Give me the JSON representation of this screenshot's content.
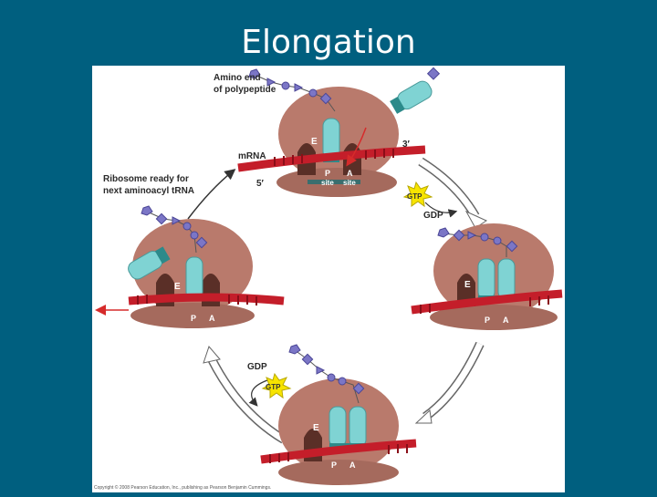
{
  "slide": {
    "title": "Elongation"
  },
  "labels": {
    "amino_end_1": "Amino end",
    "amino_end_2": "of polypeptide",
    "mrna": "mRNA",
    "three_prime": "3′",
    "five_prime": "5′",
    "ribosome_ready_1": "Ribosome ready for",
    "ribosome_ready_2": "next aminoacyl tRNA",
    "gtp": "GTP",
    "gdp": "GDP",
    "e": "E",
    "p": "P",
    "a": "A",
    "site": "site",
    "copyright": "Copyright © 2008 Pearson Education, Inc., publishing as Pearson Benjamin Cummings."
  },
  "colors": {
    "background": "#005f7f",
    "ribosome": "#b97a6c",
    "mrna": "#c41e2a",
    "trna": "#7fd3d3",
    "peptide": "#7b76c6",
    "gtp_star": "#f7e400"
  }
}
